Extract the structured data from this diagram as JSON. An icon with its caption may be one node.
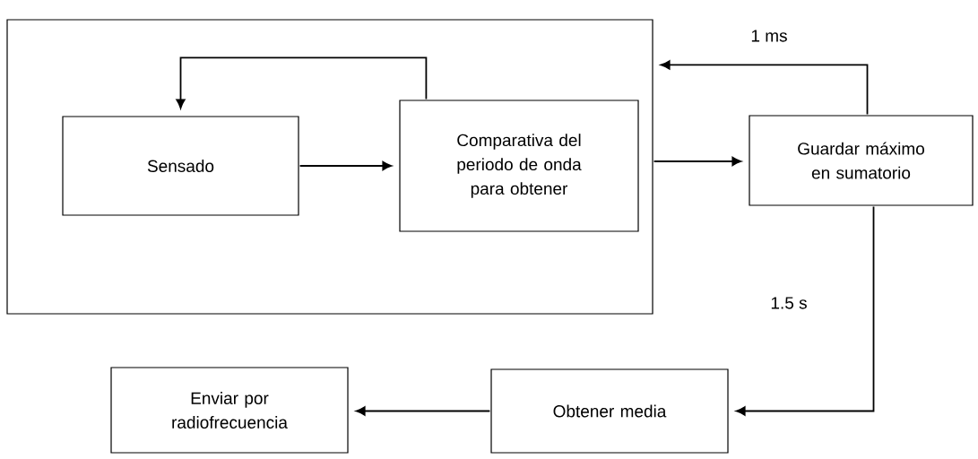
{
  "diagram": {
    "nodes": [
      {
        "text": [],
        "shape": "box"
      },
      {
        "text": [
          "Sensado"
        ],
        "in": 0
      },
      {
        "text": [
          "Comparativa del periodo de onda para obtener"
        ],
        "in": 0
      },
      {
        "text": [
          "Guardar máximo en sumatorio"
        ]
      },
      {
        "text": [
          "Obtener media"
        ]
      },
      {
        "text": [
          "Enviar por radiofrecuencia"
        ]
      }
    ],
    "edges": [
      {
        "from": 1,
        "to": 2,
        "arrow": "to"
      },
      {
        "from": 2,
        "to": 1,
        "arrow": "to"
      },
      {
        "from": 3,
        "to": 0,
        "arrow": "to",
        "label": "1 ms"
      },
      {
        "from": 0,
        "to": 3,
        "arrow": "to"
      },
      {
        "from": 3,
        "to": 4,
        "arrow": "to",
        "label": "1.5 s"
      },
      {
        "from": 4,
        "to": 5,
        "arrow": "to"
      }
    ]
  }
}
